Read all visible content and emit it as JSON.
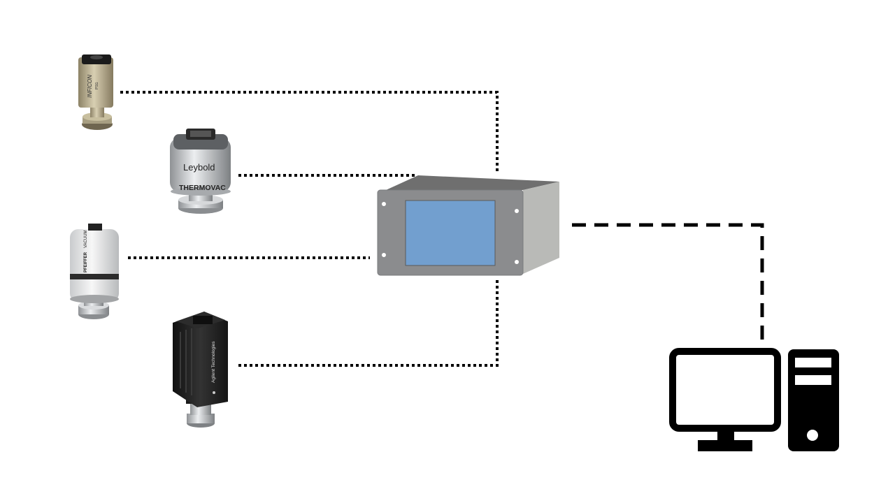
{
  "diagram": {
    "gauges": [
      {
        "brand": "INFICON",
        "model": "PSG",
        "icon": "inficon-gauge-icon"
      },
      {
        "brand": "Leybold",
        "model": "THERMOVAC",
        "icon": "leybold-thermovac-gauge-icon"
      },
      {
        "brand": "PFEIFFER",
        "model": "VACUUM",
        "icon": "pfeiffer-gauge-icon"
      },
      {
        "brand": "Agilent Technologies",
        "model": "",
        "icon": "agilent-gauge-icon"
      }
    ],
    "controller": {
      "icon": "rack-controller-icon",
      "screen_color": "#729fcf"
    },
    "computer": {
      "icon": "desktop-computer-icon"
    },
    "connections": [
      {
        "from": "gauge-1",
        "to": "controller",
        "style": "dotted"
      },
      {
        "from": "gauge-2",
        "to": "controller",
        "style": "dotted"
      },
      {
        "from": "gauge-3",
        "to": "controller",
        "style": "dotted"
      },
      {
        "from": "gauge-4",
        "to": "controller",
        "style": "dotted"
      },
      {
        "from": "controller",
        "to": "computer",
        "style": "dashed"
      }
    ]
  }
}
